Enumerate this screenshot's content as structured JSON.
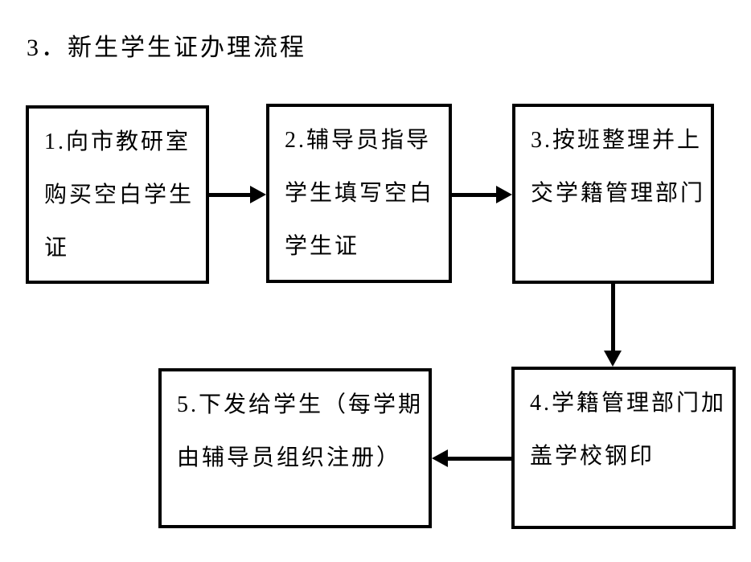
{
  "page": {
    "title": "3．新生学生证办理流程"
  },
  "flowchart": {
    "nodes": [
      {
        "id": "1",
        "text": "1.向市教研室购买空白学生证",
        "lines": [
          "1.向市教研室",
          "购买空白学生",
          "证"
        ]
      },
      {
        "id": "2",
        "text": "2.辅导员指导学生填写空白学生证",
        "lines": [
          "2.辅导员指导",
          "学生填写空白",
          "学生证"
        ]
      },
      {
        "id": "3",
        "text": "3.按班整理并上交学籍管理部门",
        "lines": [
          "3.按班整理并上",
          "交学籍管理部门"
        ]
      },
      {
        "id": "4",
        "text": "4.学籍管理部门加盖学校钢印",
        "lines": [
          "4.学籍管理部门加",
          "盖学校钢印"
        ]
      },
      {
        "id": "5",
        "text": "5.下发给学生（每学期由辅导员组织注册）",
        "lines": [
          "5.下发给学生（每学期",
          "由辅导员组织注册）"
        ]
      }
    ],
    "arrows": [
      {
        "from": "1",
        "to": "2",
        "direction": "right"
      },
      {
        "from": "2",
        "to": "3",
        "direction": "right"
      },
      {
        "from": "3",
        "to": "4",
        "direction": "down"
      },
      {
        "from": "4",
        "to": "5",
        "direction": "left"
      }
    ],
    "colors": {
      "stroke": "#000000",
      "text": "#000000",
      "background": "#ffffff"
    }
  }
}
